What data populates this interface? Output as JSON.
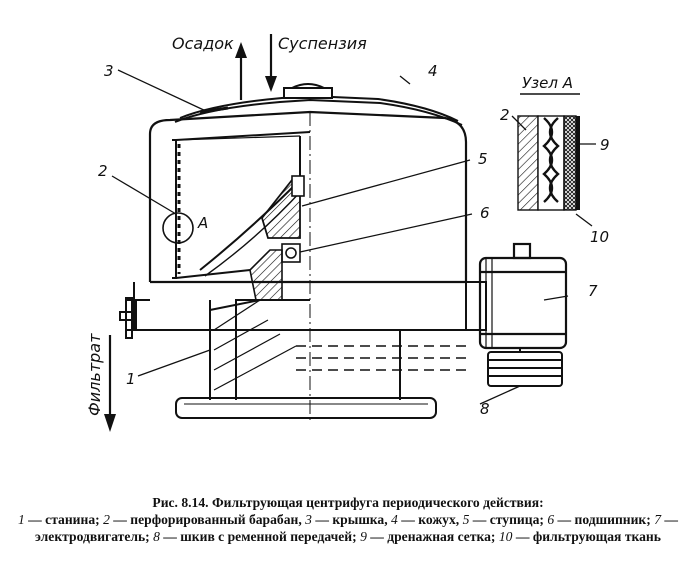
{
  "figure": {
    "flow_labels": {
      "sediment": "Осадок",
      "suspension": "Суспензия",
      "filtrate": "Фильтрат"
    },
    "callouts": {
      "n1": "1",
      "n2": "2",
      "n3": "3",
      "n4": "4",
      "n5": "5",
      "n6": "6",
      "n7": "7",
      "n8": "8",
      "node_marker": "A"
    },
    "detail_view": {
      "title": "Узел А",
      "n2": "2",
      "n9": "9",
      "n10": "10"
    }
  },
  "caption": {
    "title": "Рис. 8.14. Фильтрующая центрифуга периодического действия:",
    "legend": [
      {
        "num": "1",
        "text": " — станина; "
      },
      {
        "num": "2",
        "text": " — перфорированный барабан, "
      },
      {
        "num": "3",
        "text": " — крышка, "
      },
      {
        "num": "4",
        "text": " — кожух, "
      },
      {
        "num": "5",
        "text": " — ступица; "
      },
      {
        "num": "6",
        "text": " — подшип­ник; "
      },
      {
        "num": "7",
        "text": " — электродвигатель; "
      },
      {
        "num": "8",
        "text": " — шкив с ременной передачей; "
      },
      {
        "num": "9",
        "text": " — дренажная сетка; "
      },
      {
        "num": "10",
        "text": " — фильтрую­щая ткань"
      }
    ]
  }
}
